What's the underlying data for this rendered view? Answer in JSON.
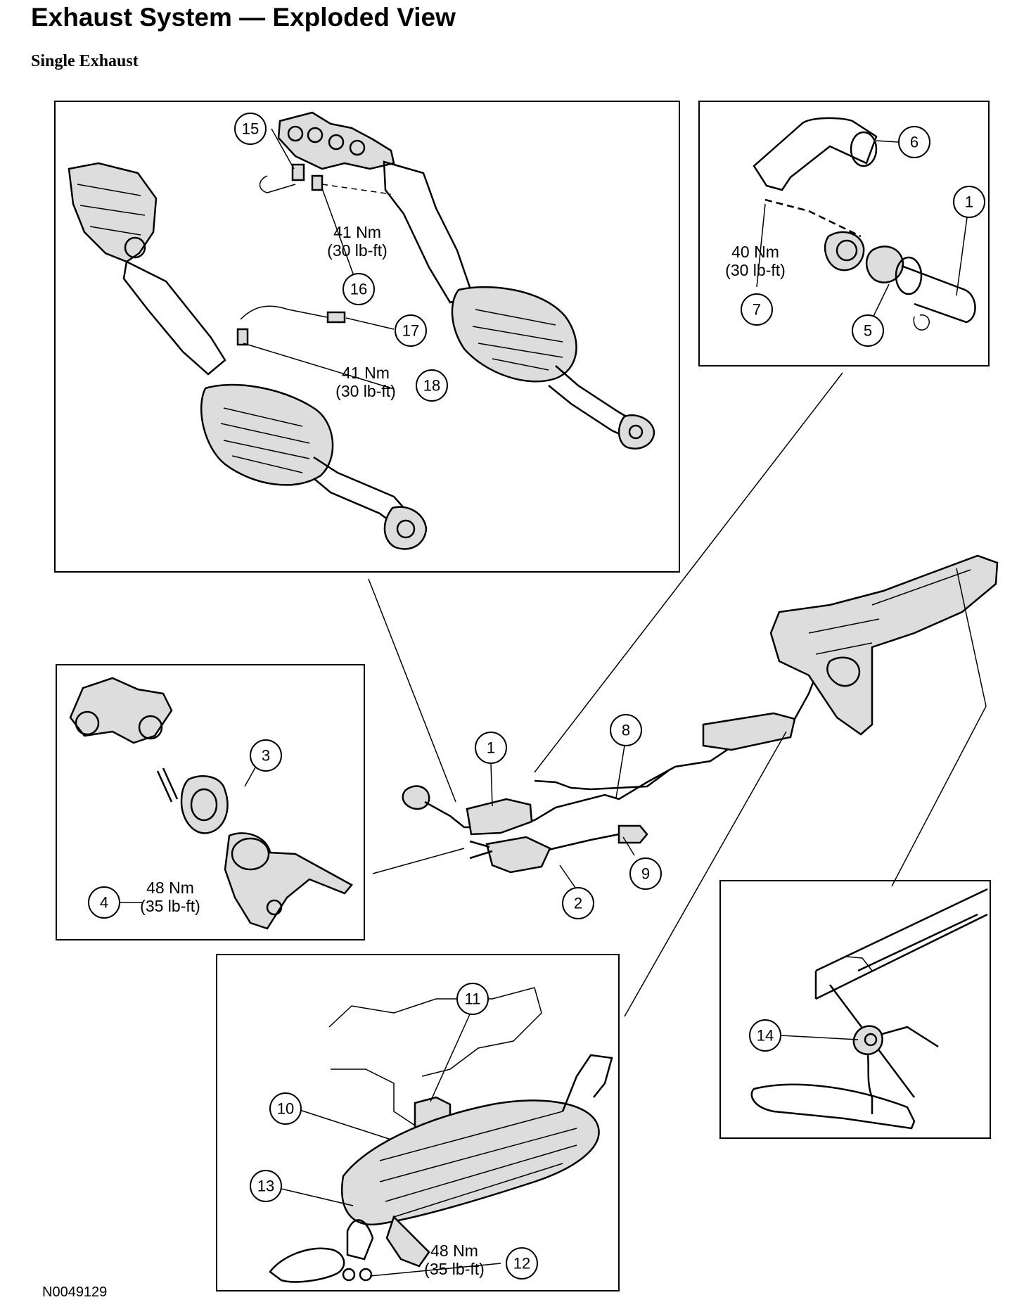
{
  "header": {
    "title": "Exhaust System — Exploded View",
    "subtitle": "Single Exhaust"
  },
  "figure_id": "N0049129",
  "callouts": {
    "c1": "1",
    "c2": "2",
    "c3": "3",
    "c4": "4",
    "c5": "5",
    "c6": "6",
    "c7": "7",
    "c8": "8",
    "c9": "9",
    "c10": "10",
    "c11": "11",
    "c12": "12",
    "c13": "13",
    "c14": "14",
    "c15": "15",
    "c16": "16",
    "c17": "17",
    "c18": "18",
    "c1b": "1"
  },
  "torque": {
    "t16": {
      "nm": "41 Nm",
      "lbft": "(30 lb-ft)"
    },
    "t18": {
      "nm": "41 Nm",
      "lbft": "(30 lb-ft)"
    },
    "t7": {
      "nm": "40 Nm",
      "lbft": "(30 lb-ft)"
    },
    "t4": {
      "nm": "48 Nm",
      "lbft": "(35 lb-ft)"
    },
    "t12": {
      "nm": "48 Nm",
      "lbft": "(35 lb-ft)"
    }
  }
}
